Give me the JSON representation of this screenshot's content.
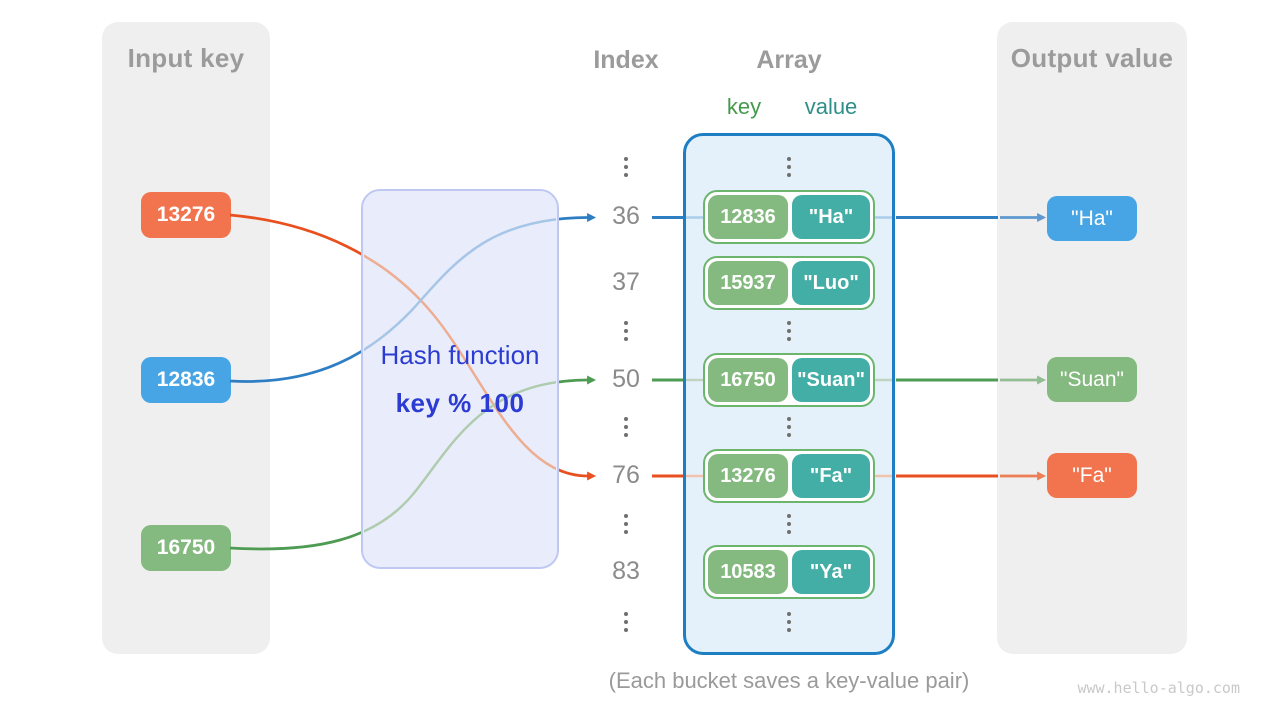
{
  "input_panel": {
    "title": "Input key",
    "keys": [
      {
        "label": "13276",
        "color": "#F2744E"
      },
      {
        "label": "12836",
        "color": "#47A5E5"
      },
      {
        "label": "16750",
        "color": "#84B97F"
      }
    ]
  },
  "hash_box": {
    "title": "Hash function",
    "formula": "key % 100"
  },
  "index_column": {
    "title": "Index",
    "indices": [
      "36",
      "37",
      "50",
      "76",
      "83"
    ]
  },
  "array_section": {
    "title": "Array",
    "key_header": "key",
    "value_header": "value",
    "rows": [
      {
        "index": "36",
        "key": "12836",
        "value": "\"Ha\""
      },
      {
        "index": "37",
        "key": "15937",
        "value": "\"Luo\""
      },
      {
        "index": "50",
        "key": "16750",
        "value": "\"Suan\""
      },
      {
        "index": "76",
        "key": "13276",
        "value": "\"Fa\""
      },
      {
        "index": "83",
        "key": "10583",
        "value": "\"Ya\""
      }
    ]
  },
  "output_panel": {
    "title": "Output value",
    "values": [
      {
        "label": "\"Ha\"",
        "color": "#47A5E5"
      },
      {
        "label": "\"Suan\"",
        "color": "#84B97F"
      },
      {
        "label": "\"Fa\"",
        "color": "#F2744E"
      }
    ]
  },
  "caption": "(Each bucket saves a key-value pair)",
  "watermark": "www.hello-algo.com",
  "colors": {
    "panel_bg": "#EFEFEF",
    "title_gray": "#9B9B9B",
    "index_gray": "#8B8B8B",
    "orange": "#F2744E",
    "blue": "#47A5E5",
    "green": "#84B97F",
    "teal": "#43AEA5",
    "arrow_blue": "#2E7EC3",
    "arrow_green": "#4E9B53",
    "arrow_orange": "#E8511F",
    "array_border": "#1E7EC3",
    "array_bg": "#E4F1FB",
    "bucket_border": "#6CB56D",
    "hash_box_bg": "#E9EDFB",
    "hash_box_border": "#BFC8F2",
    "hash_text": "#2C3BD2"
  }
}
